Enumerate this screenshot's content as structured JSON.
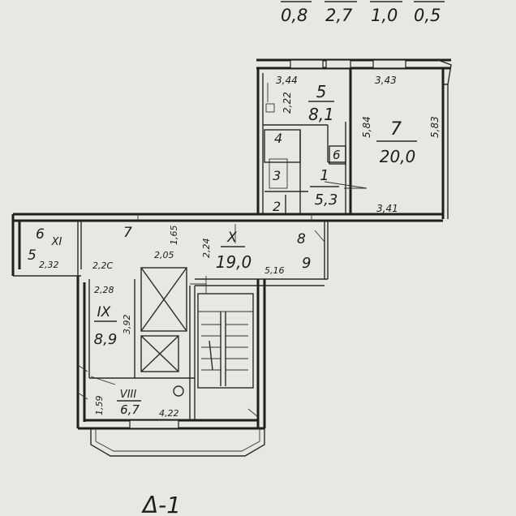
{
  "header_numbers": [
    "0,8",
    "2,7",
    "1,0",
    "0,5"
  ],
  "sheet_label": "Δ-1",
  "rooms": [
    {
      "id": "5",
      "area": "8,1"
    },
    {
      "id": "7",
      "area": "20,0"
    },
    {
      "id": "1",
      "area": "5,3"
    },
    {
      "id": "2",
      "area": ""
    },
    {
      "id": "3",
      "area": ""
    },
    {
      "id": "4",
      "area": ""
    },
    {
      "id": "6",
      "area": ""
    },
    {
      "id": "X",
      "area": "19,0"
    },
    {
      "id": "XI",
      "area": ""
    },
    {
      "id": "IX",
      "area": "8,9"
    },
    {
      "id": "VIII",
      "area": "6,7"
    }
  ],
  "dimensions": [
    "3,44",
    "2,22",
    "3,43",
    "5,84",
    "5,83",
    "3,41",
    "2,32",
    "2,2С",
    "2,05",
    "1,65",
    "2,24",
    "5,16",
    "2,28",
    "3,92",
    "1,59",
    "4,22"
  ],
  "markers": [
    "6",
    "5",
    "7",
    "8",
    "9"
  ]
}
